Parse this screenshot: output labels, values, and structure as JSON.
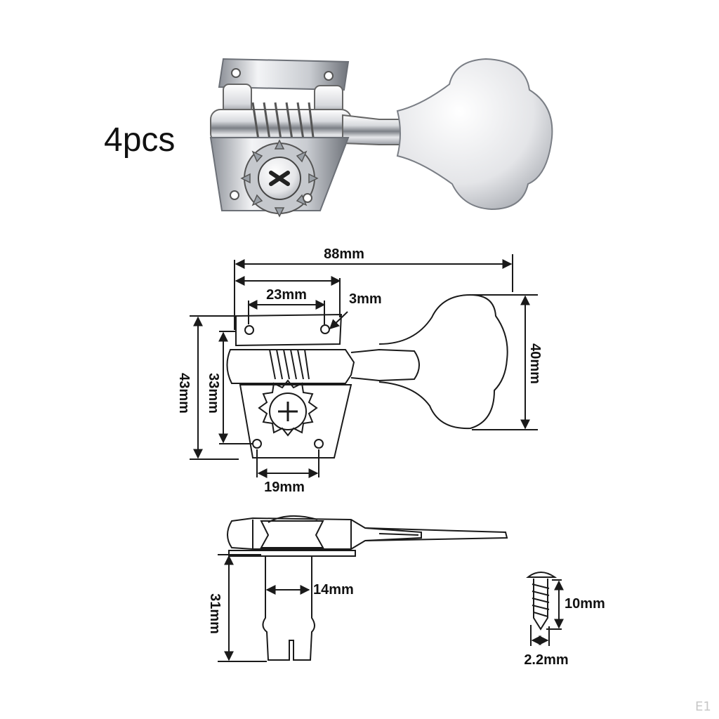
{
  "product": {
    "quantity_label": "4pcs",
    "photo_description_icon": "chrome-bass-tuning-peg-icon"
  },
  "dimensions": {
    "overall_length": "88mm",
    "hole_spacing_top": "23mm",
    "hole_diameter": "3mm",
    "key_height": "40mm",
    "plate_height": "43mm",
    "plate_inner_height": "33mm",
    "hole_spacing_bottom": "19mm",
    "post_length": "31mm",
    "post_diameter": "14mm",
    "screw_length": "10mm",
    "screw_diameter": "2.2mm"
  },
  "watermark": "E1",
  "colors": {
    "line": "#1a1a1a",
    "chrome_light": "#f4f4f6",
    "chrome_mid": "#b9bcc2",
    "chrome_dark": "#5b5f66"
  }
}
